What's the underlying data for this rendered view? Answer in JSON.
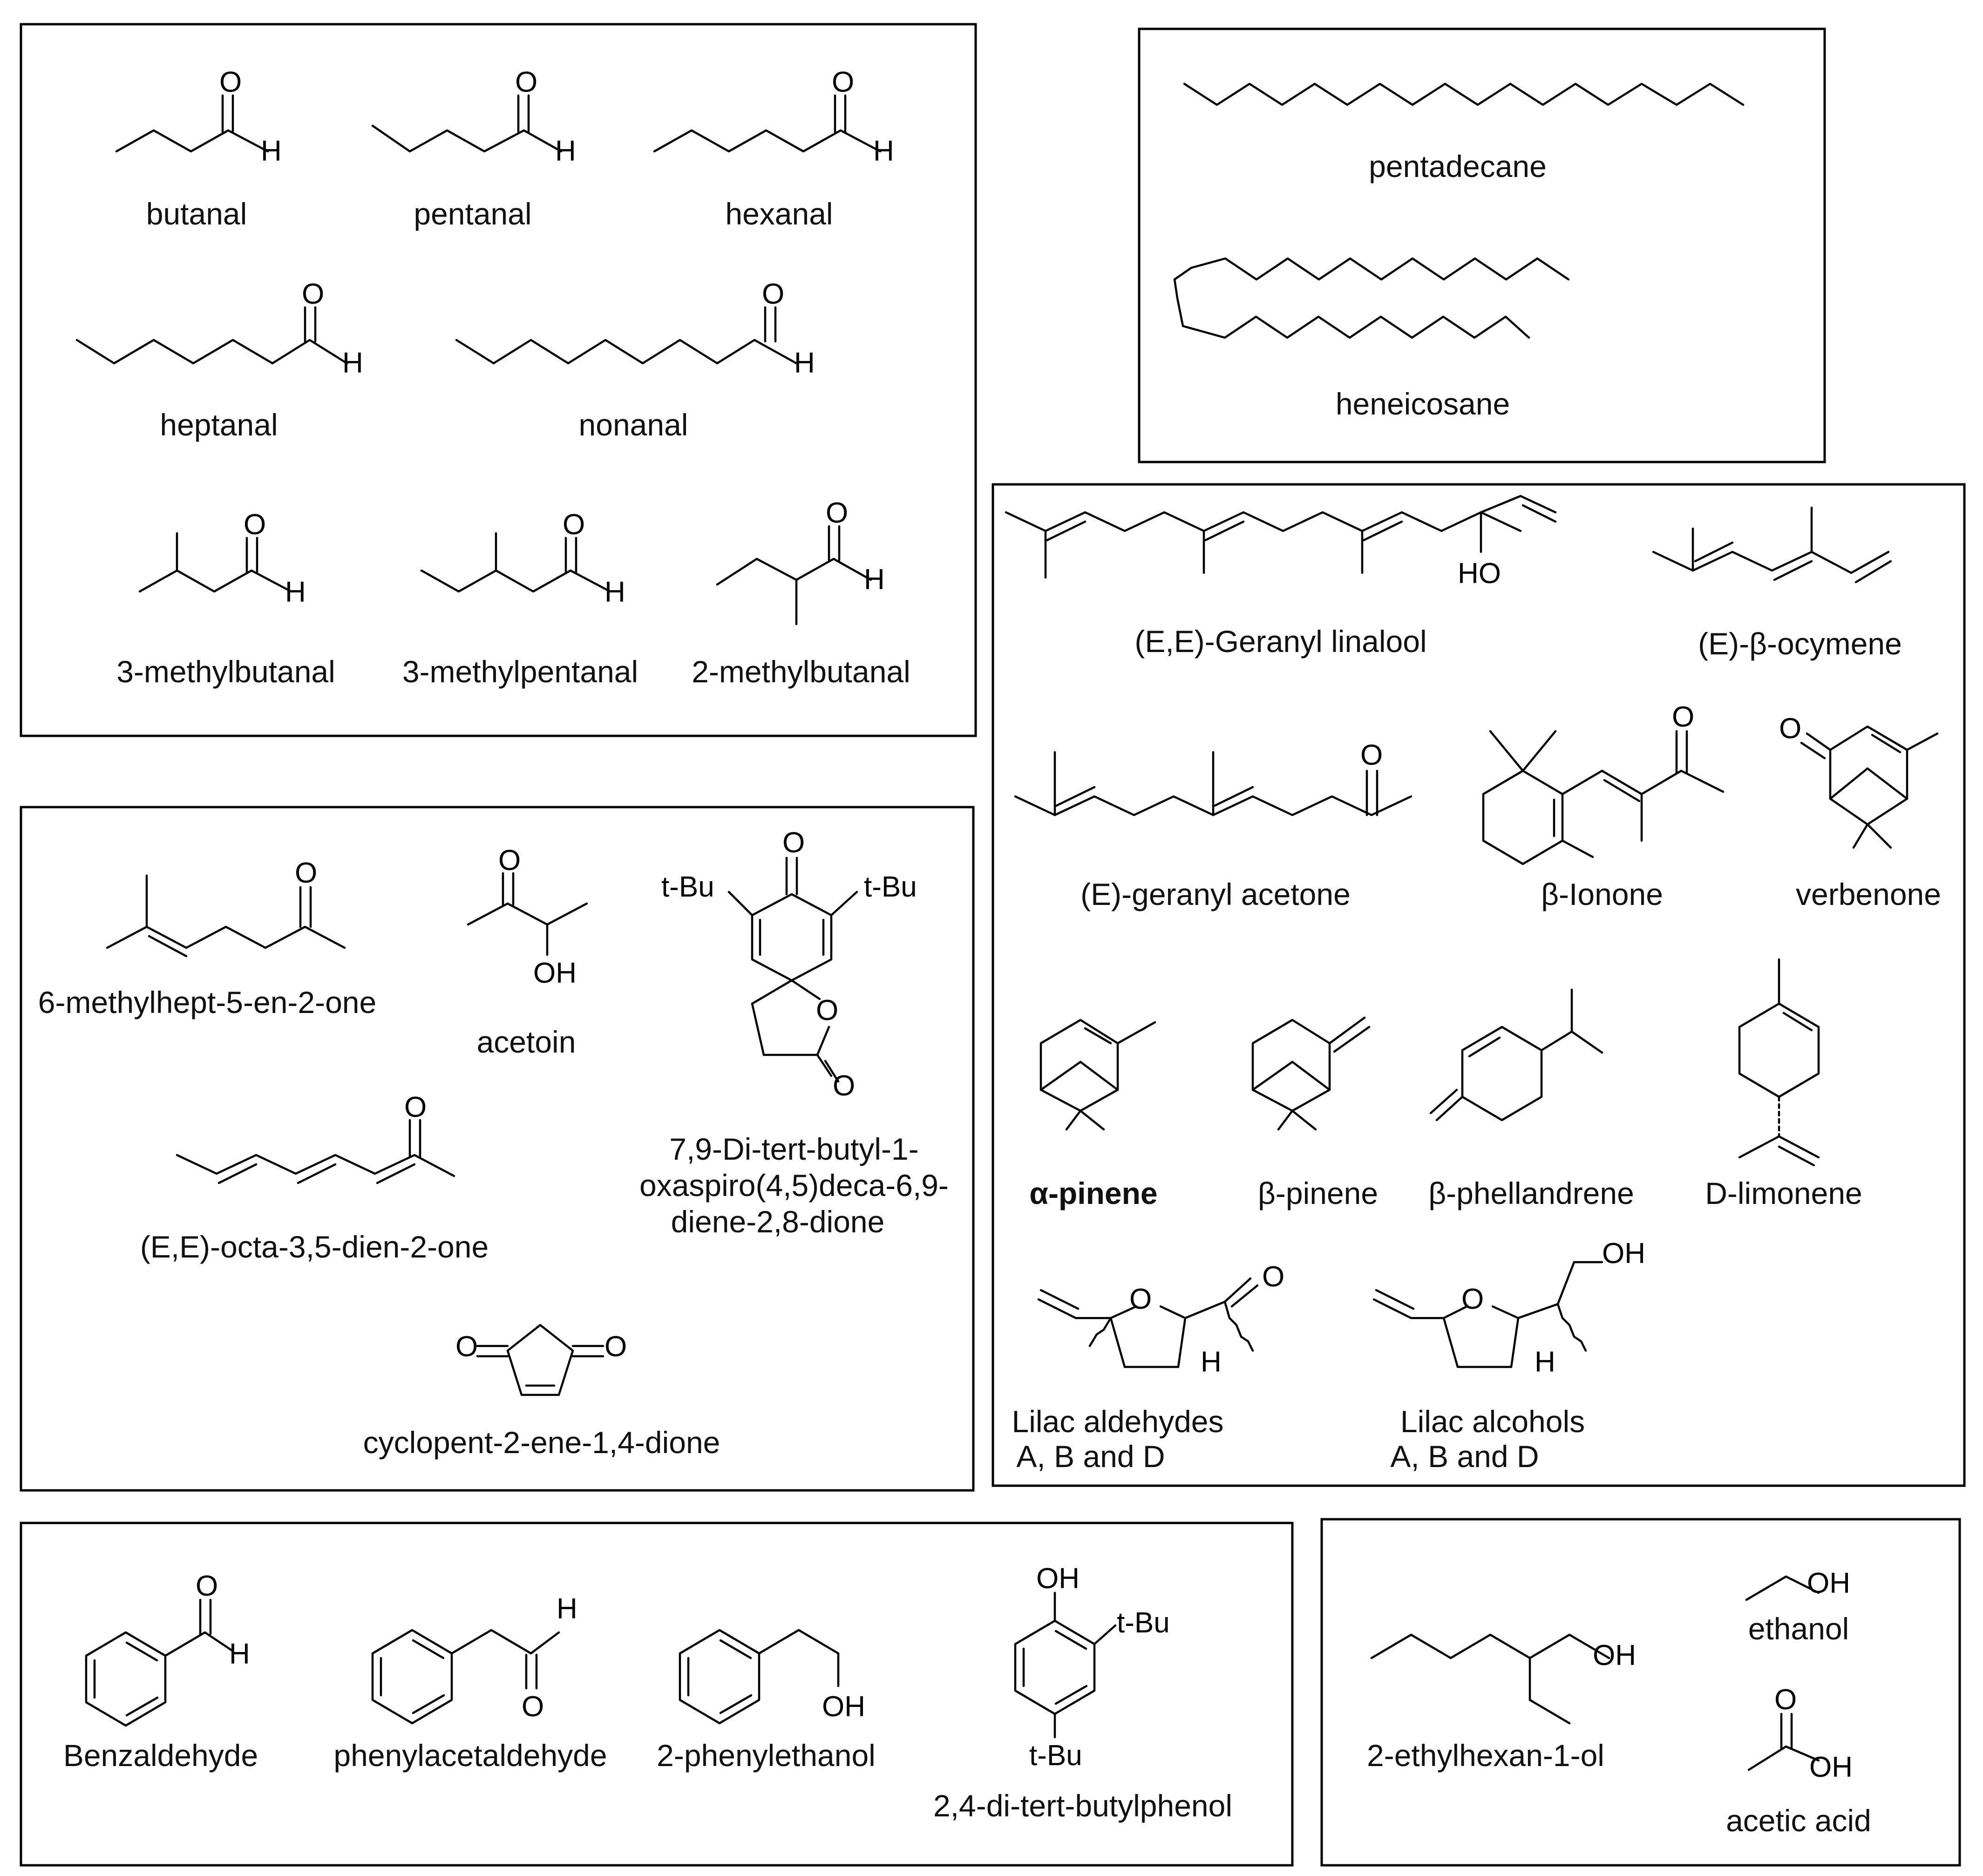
{
  "compounds": {
    "butanal": "butanal",
    "pentanal": "pentanal",
    "hexanal": "hexanal",
    "heptanal": "heptanal",
    "nonanal": "nonanal",
    "methylbutanal_3": "3-methylbutanal",
    "methylpentanal_3": "3-methylpentanal",
    "methylbutanal_2": "2-methylbutanal",
    "pentadecane": "pentadecane",
    "heneicosane": "heneicosane",
    "geranyl_linalool": "(E,E)-Geranyl linalool",
    "ocymene": "(E)-β-ocymene",
    "geranyl_acetone": "(E)-geranyl acetone",
    "ionone": "β-Ionone",
    "verbenone": "verbenone",
    "alpha_pinene": "α-pinene",
    "beta_pinene": "β-pinene",
    "phellandrene": "β-phellandrene",
    "limonene": "D-limonene",
    "lilac_aldehydes_1": "Lilac aldehydes",
    "lilac_aldehydes_2": "A, B and D",
    "lilac_alcohols_1": "Lilac alcohols",
    "lilac_alcohols_2": "A, B and D",
    "methylheptenone": "6-methylhept-5-en-2-one",
    "acetoin": "acetoin",
    "spiro_1": "7,9-Di-tert-butyl-1-",
    "spiro_2": "oxaspiro(4,5)deca-6,9-",
    "spiro_3": "diene-2,8-dione",
    "octadienone": "(E,E)-octa-3,5-dien-2-one",
    "cyclopentenedione": "cyclopent-2-ene-1,4-dione",
    "benzaldehyde": "Benzaldehyde",
    "phenylacetaldehyde": "phenylacetaldehyde",
    "phenylethanol": "2-phenylethanol",
    "dtbp": "2,4-di-tert-butylphenol",
    "ethylhexanol": "2-ethylhexan-1-ol",
    "ethanol": "ethanol",
    "acetic_acid": "acetic acid"
  },
  "atoms": {
    "o": "O",
    "h": "H",
    "oh": "OH",
    "ho": "HO",
    "tbu": "t-Bu"
  }
}
